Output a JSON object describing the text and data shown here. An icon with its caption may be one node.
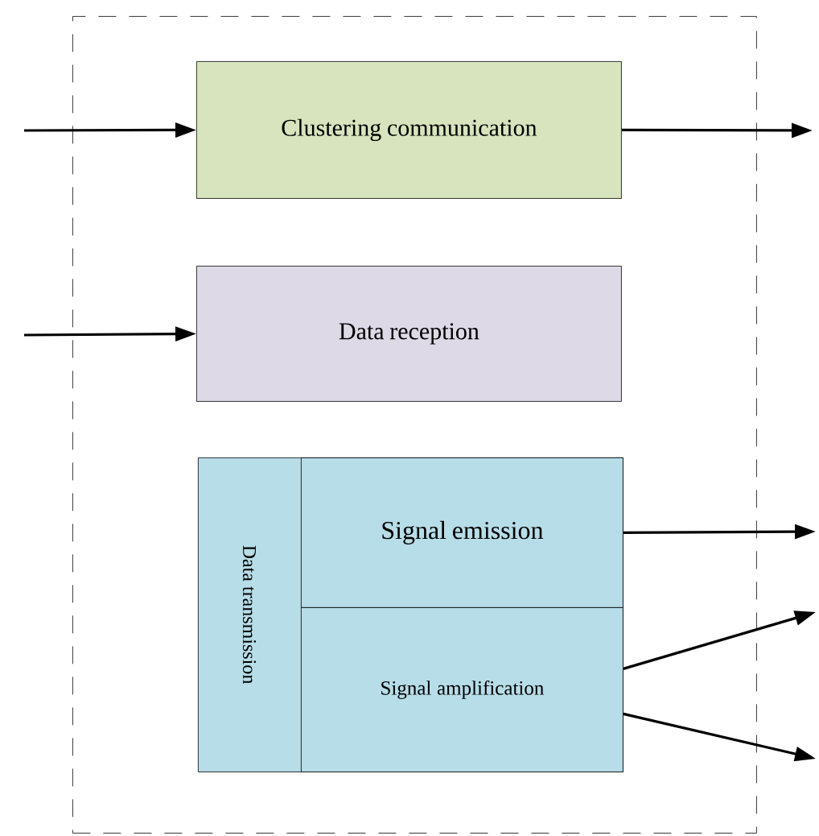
{
  "diagram": {
    "nodes": [
      {
        "text": [],
        "shape": "box"
      },
      {
        "text": [
          "Clustering communication"
        ],
        "in": 0
      },
      {
        "text": [
          "Data reception"
        ],
        "in": 0
      },
      {
        "text": [
          "Data transmission"
        ],
        "in": 0
      },
      {
        "text": [
          "Signal emission"
        ],
        "in": 3
      },
      {
        "text": [
          "Signal amplification"
        ],
        "in": 3
      }
    ],
    "edges": [
      {
        "from": null,
        "to": 1,
        "arrow": "to"
      },
      {
        "from": 1,
        "to": null,
        "arrow": "to"
      },
      {
        "from": null,
        "to": 2,
        "arrow": "to"
      },
      {
        "from": 4,
        "to": null,
        "arrow": "to"
      },
      {
        "from": 5,
        "to": null,
        "arrow": "to"
      },
      {
        "from": 5,
        "to": null,
        "arrow": "to"
      }
    ]
  }
}
